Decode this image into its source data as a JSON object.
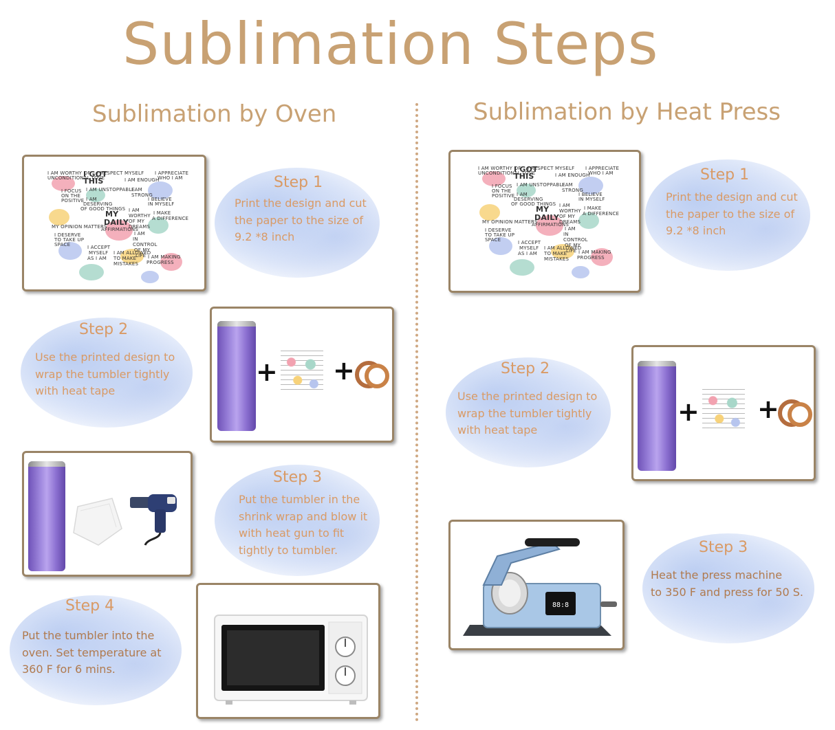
{
  "title": "Sublimation Steps",
  "oven": {
    "heading": "Sublimation by Oven",
    "steps": [
      {
        "title": "Step 1",
        "lines": [
          "Print the design and cut",
          "the paper to the size of",
          "9.2 *8 inch"
        ]
      },
      {
        "title": "Step 2",
        "lines": [
          "Use the printed design to",
          "wrap the tumbler tightly",
          "with heat tape"
        ]
      },
      {
        "title": "Step 3",
        "lines": [
          "Put the tumbler in the",
          "shrink wrap and blow it",
          "with heat gun to fit",
          "tightly to tumbler."
        ]
      },
      {
        "title": "Step 4",
        "lines": [
          "Put the tumbler into the",
          "oven. Set temperature at",
          "360 F for 6 mins."
        ]
      }
    ]
  },
  "press": {
    "heading": "Sublimation by Heat Press",
    "steps": [
      {
        "title": "Step 1",
        "lines": [
          "Print the design and cut",
          "the paper to the size of",
          "9.2 *8 inch"
        ]
      },
      {
        "title": "Step 2",
        "lines": [
          "Use the printed design to",
          "wrap the tumbler tightly",
          "with heat tape"
        ]
      },
      {
        "title": "Step 3",
        "lines": [
          "Heat the press machine",
          "to 350 F  and press for 50 S."
        ]
      }
    ]
  },
  "design": {
    "texts": [
      "I AM WORTHY OF",
      "UNCONDITIONAL LOVE",
      "I GOT",
      "THIS",
      "I RESPECT MYSELF",
      "I AM ENOUGH",
      "I APPRECIATE",
      "WHO I AM",
      "I FOCUS",
      "ON THE",
      "POSITIVE",
      "I AM UNSTOPPABLE",
      "I AM",
      "STRONG",
      "I AM",
      "DESERVING",
      "OF GOOD THINGS",
      "I BELIEVE",
      "IN MYSELF",
      "MY",
      "DAILY",
      "AFFIRMATIONS",
      "I AM",
      "WORTHY",
      "OF MY",
      "DREAMS",
      "I MAKE",
      "A DIFFERENCE",
      "MY OPINION MATTERS",
      "I DESERVE",
      "TO TAKE UP",
      "SPACE",
      "I AM",
      "IN",
      "CONTROL",
      "OF MY",
      "LIFE",
      "I ACCEPT",
      "MYSELF",
      "AS I AM",
      "I AM ALLOWED",
      "TO MAKE",
      "MISTAKES",
      "I AM MAKING",
      "PROGRESS"
    ]
  },
  "machine": {
    "display": "88:8"
  }
}
